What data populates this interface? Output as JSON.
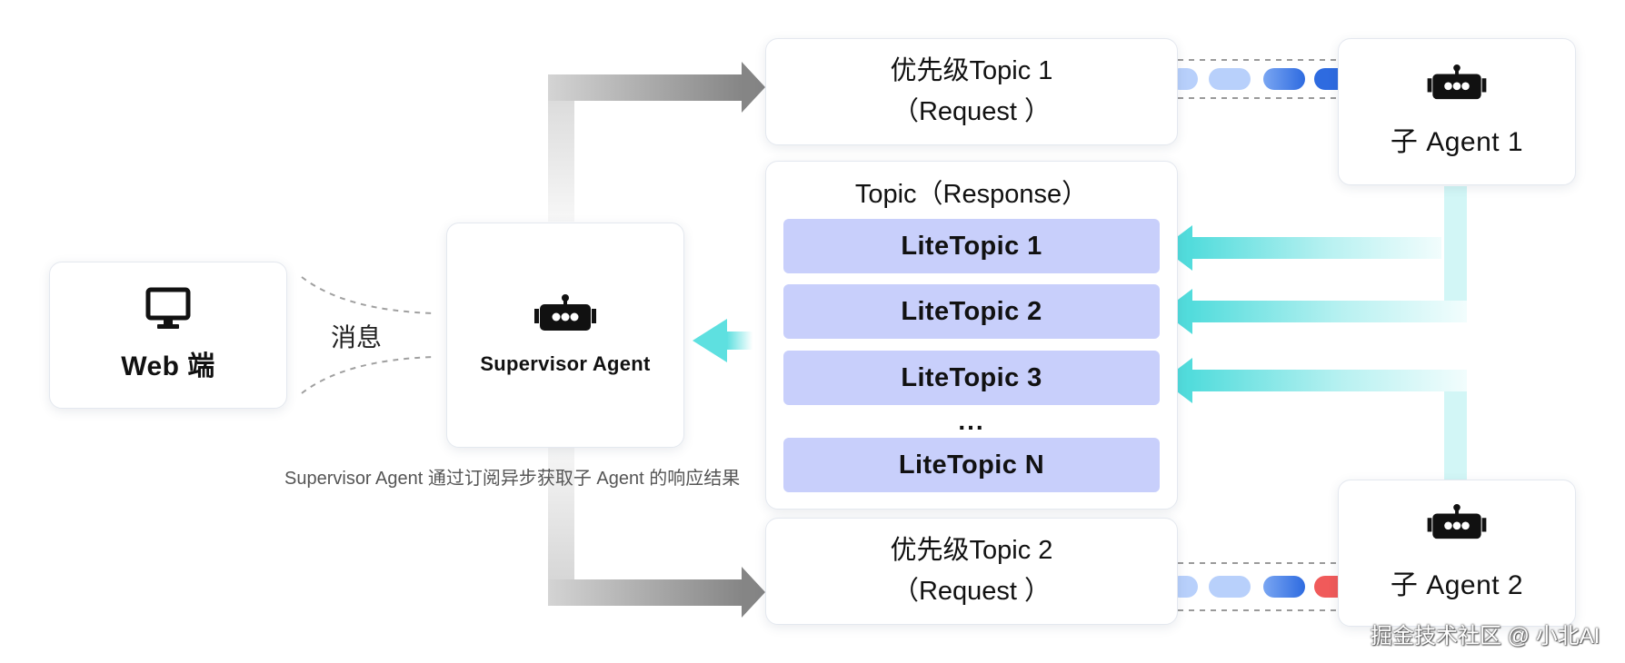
{
  "web": {
    "label": "Web 端",
    "icon": "monitor-icon"
  },
  "message_label": "消息",
  "supervisor": {
    "label": "Supervisor Agent",
    "icon": "robot-icon"
  },
  "caption": "Supervisor Agent 通过订阅异步获取子 Agent 的响应结果",
  "priority_topic_1": {
    "line1": "优先级Topic 1",
    "line2": "（Request ）"
  },
  "priority_topic_2": {
    "line1": "优先级Topic 2",
    "line2": "（Request ）"
  },
  "response_topic": {
    "title": "Topic（Response）",
    "items": [
      "LiteTopic 1",
      "LiteTopic 2",
      "LiteTopic 3",
      "LiteTopic N"
    ],
    "ellipsis": "..."
  },
  "agent_1": {
    "label": "子 Agent 1",
    "icon": "robot-icon"
  },
  "agent_2": {
    "label": "子 Agent 2",
    "icon": "robot-icon"
  },
  "watermark": "掘金技术社区 @ 小北AI",
  "colors": {
    "request_arrow": "#8c8c8c",
    "response_arrow": "#5ee0e0",
    "lite_topic_fill": "#c8cffb",
    "queue_blue_light": "#b8d0fb",
    "queue_blue_dark": "#2e6be0",
    "queue_red": "#f05a5a"
  }
}
